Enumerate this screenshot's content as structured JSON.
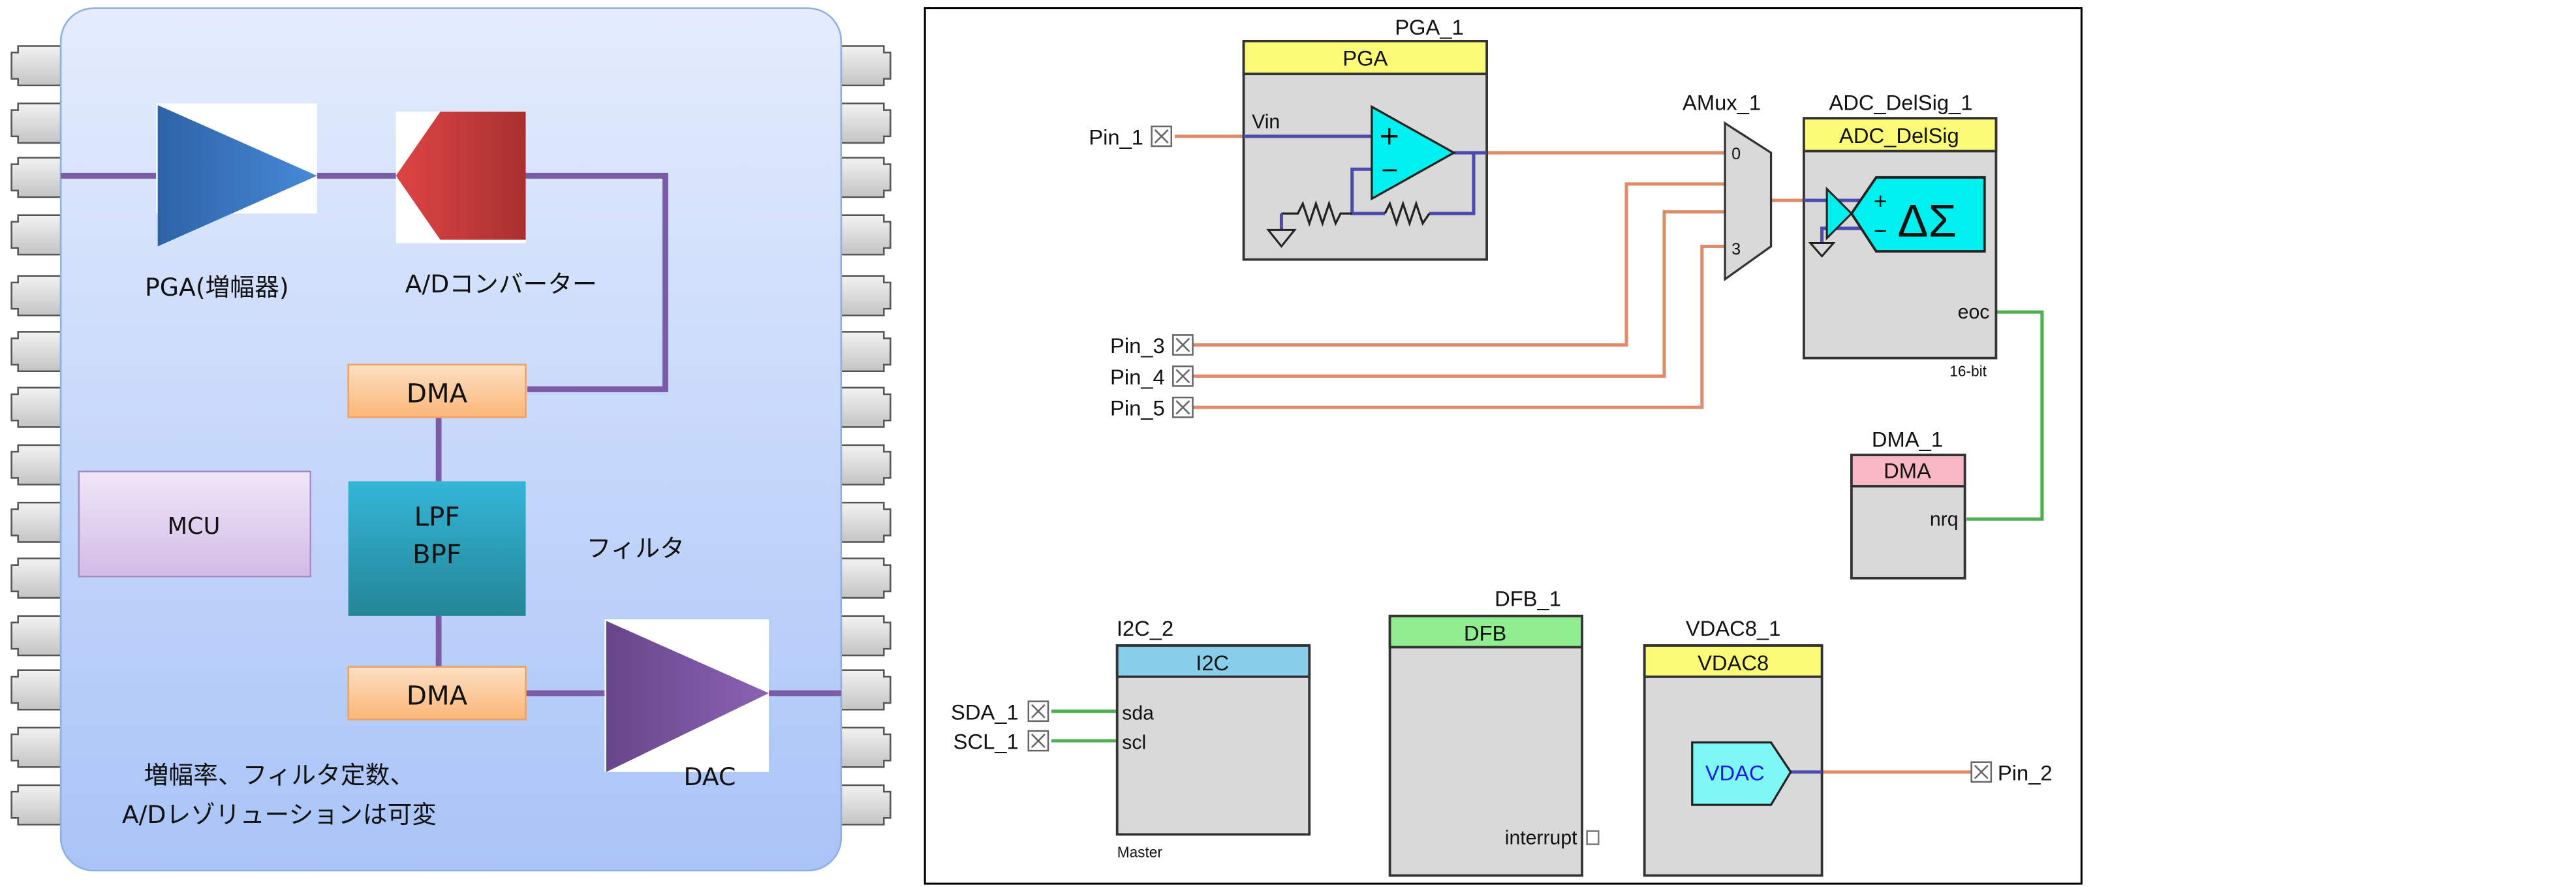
{
  "block_diagram": {
    "pga_label": "PGA(増幅器)",
    "adc_label": "A/Dコンバーター",
    "dma_top": "DMA",
    "dma_bottom": "DMA",
    "filter_line1": "LPF",
    "filter_line2": "BPF",
    "filter_caption": "フィルタ",
    "mcu": "MCU",
    "dac": "DAC",
    "note_line1": "増幅率、フィルタ定数、",
    "note_line2": "A/Dレゾリューションは可変",
    "colors": {
      "chip": "#c6d8fb",
      "wire": "#7b5aa6",
      "pga": "#3b78c4",
      "adc": "#c63c3c",
      "dma": "#fbc490",
      "filter": "#2aa6c0",
      "mcu": "#e2d2ef",
      "dac": "#74509c"
    }
  },
  "schematic": {
    "pga": {
      "instance": "PGA_1",
      "title": "PGA",
      "port": "Vin"
    },
    "amux": {
      "instance": "AMux_1",
      "in0": "0",
      "in3": "3"
    },
    "adc": {
      "instance": "ADC_DelSig_1",
      "title": "ADC_DelSig",
      "symbol": "ΔΣ",
      "port": "eoc",
      "note": "16-bit"
    },
    "dma": {
      "instance": "DMA_1",
      "title": "DMA",
      "port": "nrq"
    },
    "i2c": {
      "instance": "I2C_2",
      "title": "I2C",
      "port1": "sda",
      "port2": "scl",
      "note": "Master"
    },
    "dfb": {
      "instance": "DFB_1",
      "title": "DFB",
      "port": "interrupt"
    },
    "vdac": {
      "instance": "VDAC8_1",
      "title": "VDAC8",
      "symbol": "VDAC"
    },
    "pins": {
      "pin1": "Pin_1",
      "pin2": "Pin_2",
      "pin3": "Pin_3",
      "pin4": "Pin_4",
      "pin5": "Pin_5",
      "sda": "SDA_1",
      "scl": "SCL_1"
    },
    "colors": {
      "analog_wire": "#e08a68",
      "internal_wire": "#4a4ab0",
      "digital_wire": "#4caf50",
      "header_yellow": "#fbfb78",
      "header_pink": "#f7b8c3",
      "header_blue": "#87ceea",
      "header_green": "#90ee90",
      "body": "#d9d9d9",
      "cyan": "#00f0f0"
    }
  }
}
